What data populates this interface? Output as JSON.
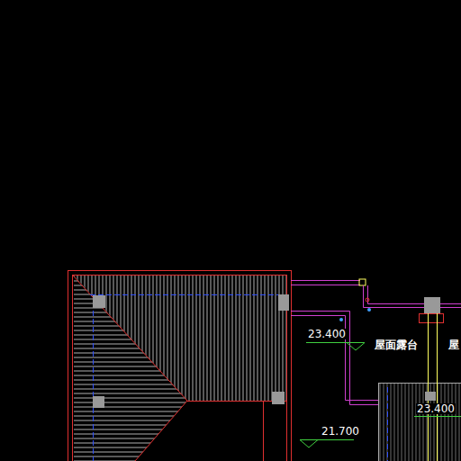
{
  "diagram": {
    "labels": [
      "23.400",
      "屋面露台",
      "屋",
      "23.400",
      "21.700"
    ]
  }
}
